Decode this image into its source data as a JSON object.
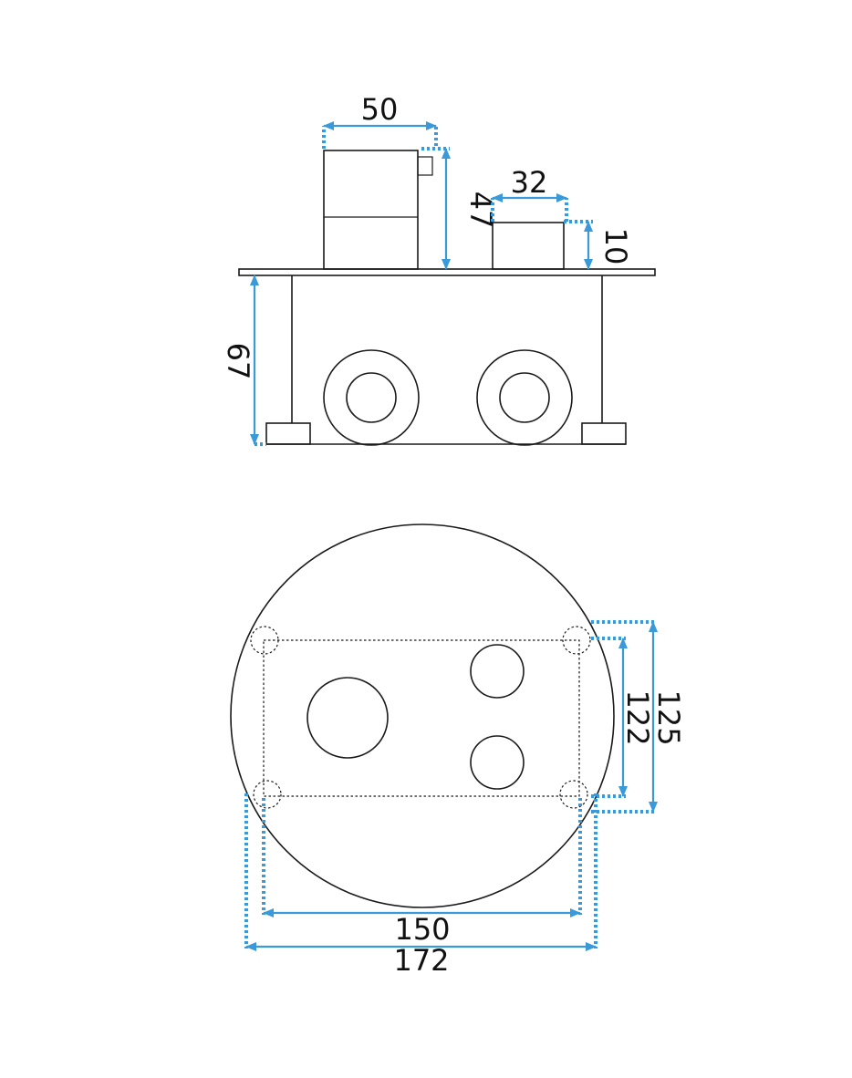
{
  "colors": {
    "dimension": "#3a9ad9",
    "line": "#1a1a1a",
    "background": "#ffffff"
  },
  "dimensions": {
    "handle_width": "50",
    "handle_height": "47",
    "knob_width": "32",
    "knob_height": "10",
    "body_depth": "67",
    "inner_height": "122",
    "outer_height": "125",
    "inner_width": "150",
    "outer_width": "172"
  }
}
